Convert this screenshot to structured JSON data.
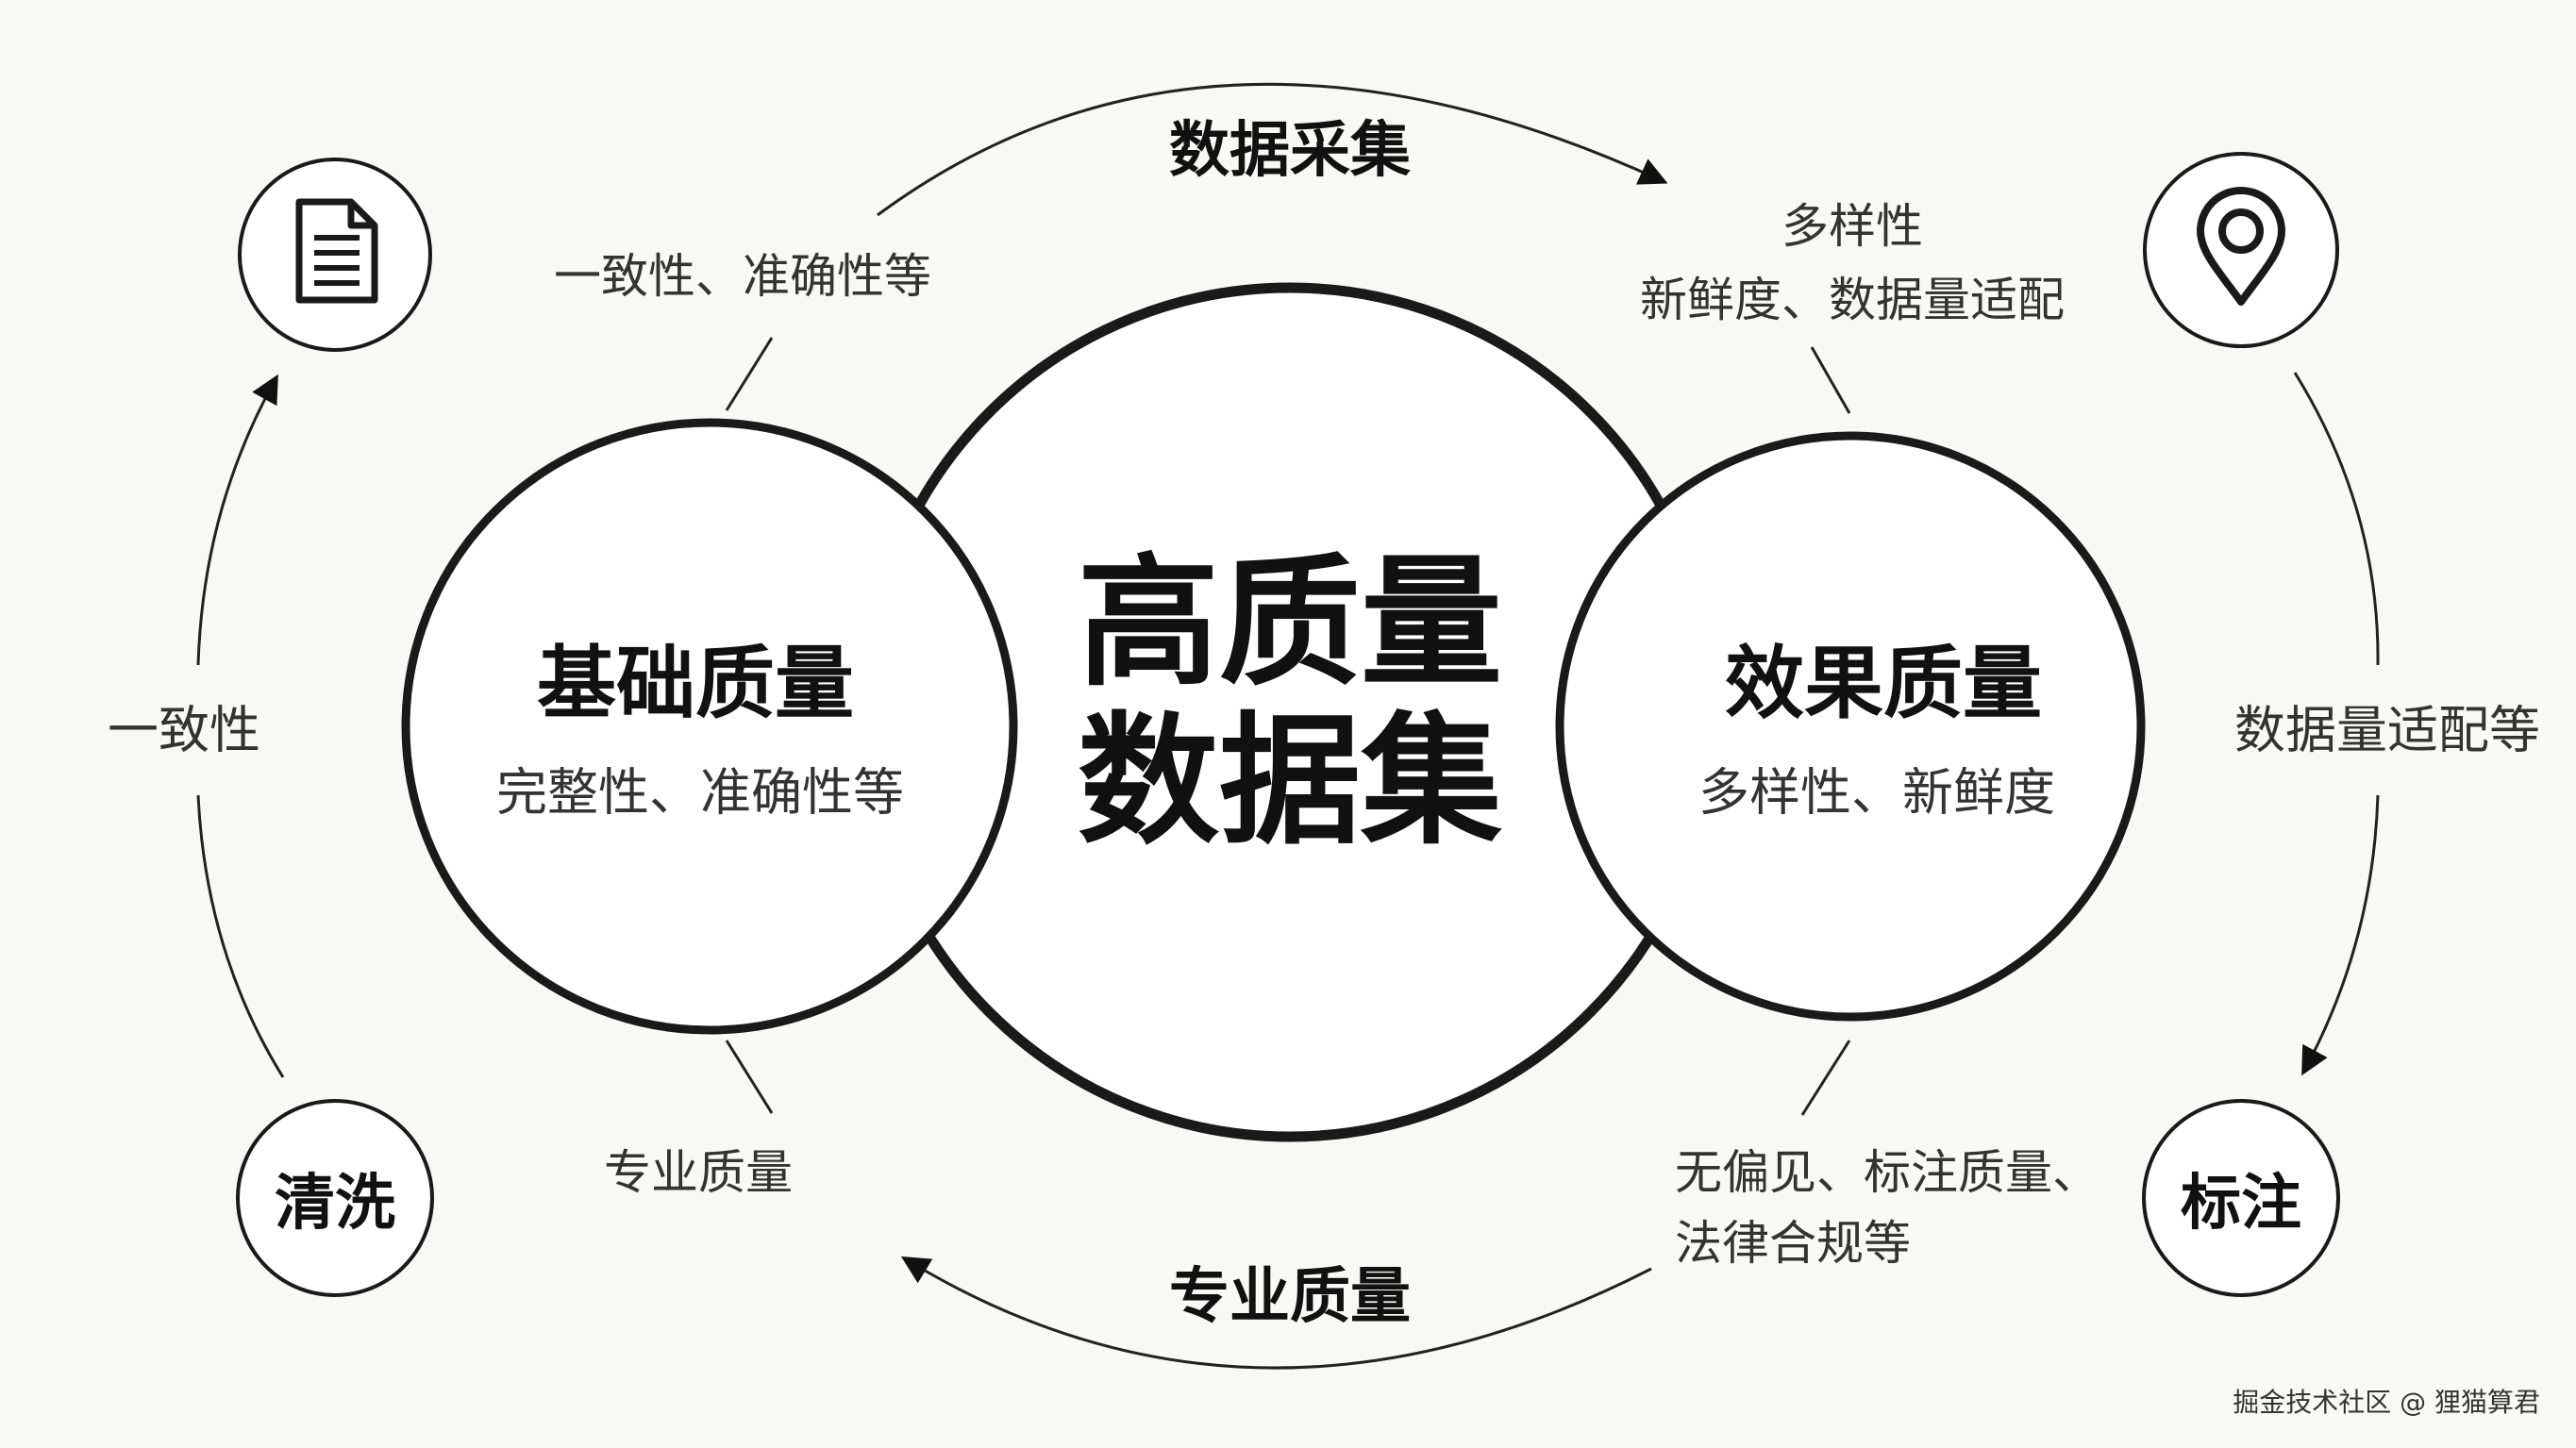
{
  "center": {
    "line1": "高质量",
    "line2": "数据集"
  },
  "left_circle": {
    "title": "基础质量",
    "subtitle": "完整性、准确性等"
  },
  "right_circle": {
    "title": "效果质量",
    "subtitle": "多样性、新鲜度"
  },
  "annotations": {
    "top_left": "一致性、准确性等",
    "top_right_line1": "多样性",
    "top_right_line2": "新鲜度、数据量适配",
    "bottom_left": "专业质量",
    "bottom_right_line1": "无偏见、标注质量、",
    "bottom_right_line2": "法律合规等"
  },
  "cycle": {
    "top_arrow": "数据采集",
    "bottom_arrow": "专业质量",
    "left_arrow": "一致性",
    "right_arrow": "数据量适配等"
  },
  "nodes": {
    "top_left_icon": "document-icon",
    "top_right_icon": "location-pin-icon",
    "bottom_left": "清洗",
    "bottom_right": "标注"
  },
  "watermark": "掘金技术社区 @ 狸猫算君"
}
